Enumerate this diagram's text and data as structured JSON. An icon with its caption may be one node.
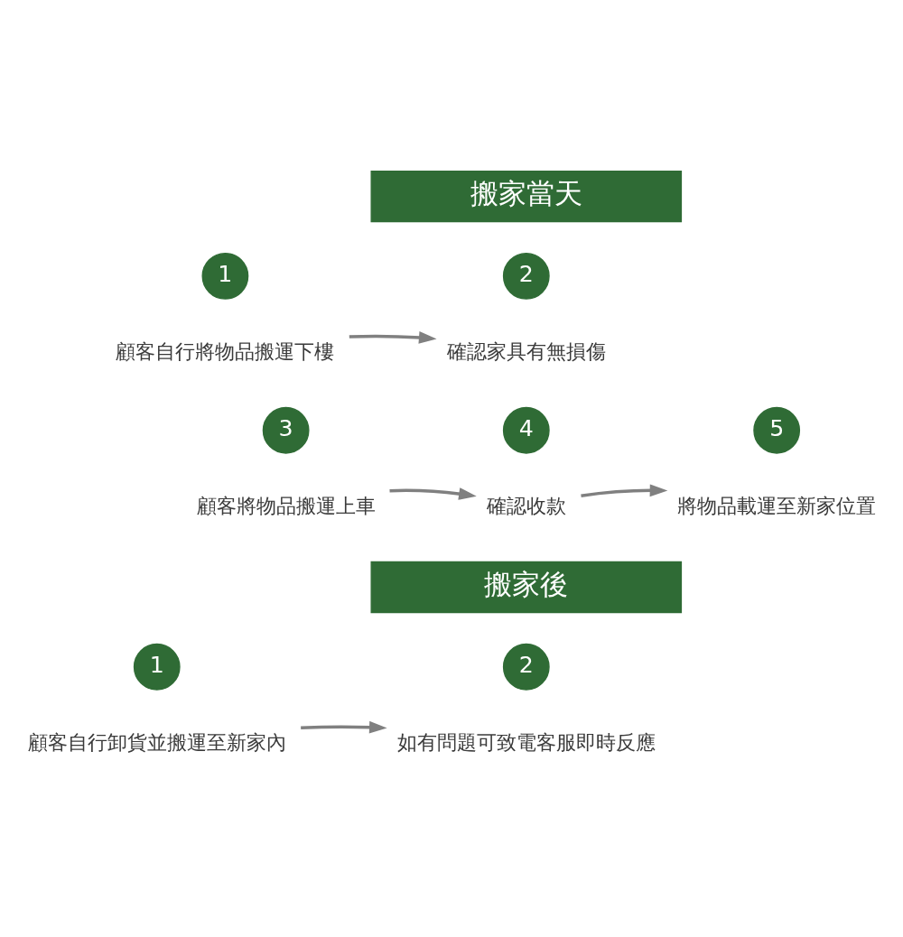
{
  "diagram": {
    "nodes": [
      {
        "text": [
          "搬家當天"
        ]
      },
      {
        "text": [
          "1"
        ]
      },
      {
        "text": [
          "顧客自行將物品搬運下樓"
        ]
      },
      {
        "text": [
          "2"
        ]
      },
      {
        "text": [
          "確認家具有無損傷"
        ]
      },
      {
        "text": [
          "3"
        ]
      },
      {
        "text": [
          "顧客將物品搬運上車"
        ]
      },
      {
        "text": [
          "4"
        ]
      },
      {
        "text": [
          "確認收款"
        ]
      },
      {
        "text": [
          "5"
        ]
      },
      {
        "text": [
          "將物品載運至新家位置"
        ]
      },
      {
        "text": [
          "搬家後"
        ]
      },
      {
        "text": [
          "1"
        ]
      },
      {
        "text": [
          "顧客自行卸貨並搬運至新家內"
        ]
      },
      {
        "text": [
          "2"
        ]
      },
      {
        "text": [
          "如有問題可致電客服即時反應"
        ]
      }
    ],
    "edges": [
      {
        "from": 2,
        "to": 4,
        "arrow": "to"
      },
      {
        "from": 6,
        "to": 8,
        "arrow": "to"
      },
      {
        "from": 8,
        "to": 10,
        "arrow": "to"
      },
      {
        "from": 13,
        "to": 15,
        "arrow": "to"
      }
    ]
  }
}
